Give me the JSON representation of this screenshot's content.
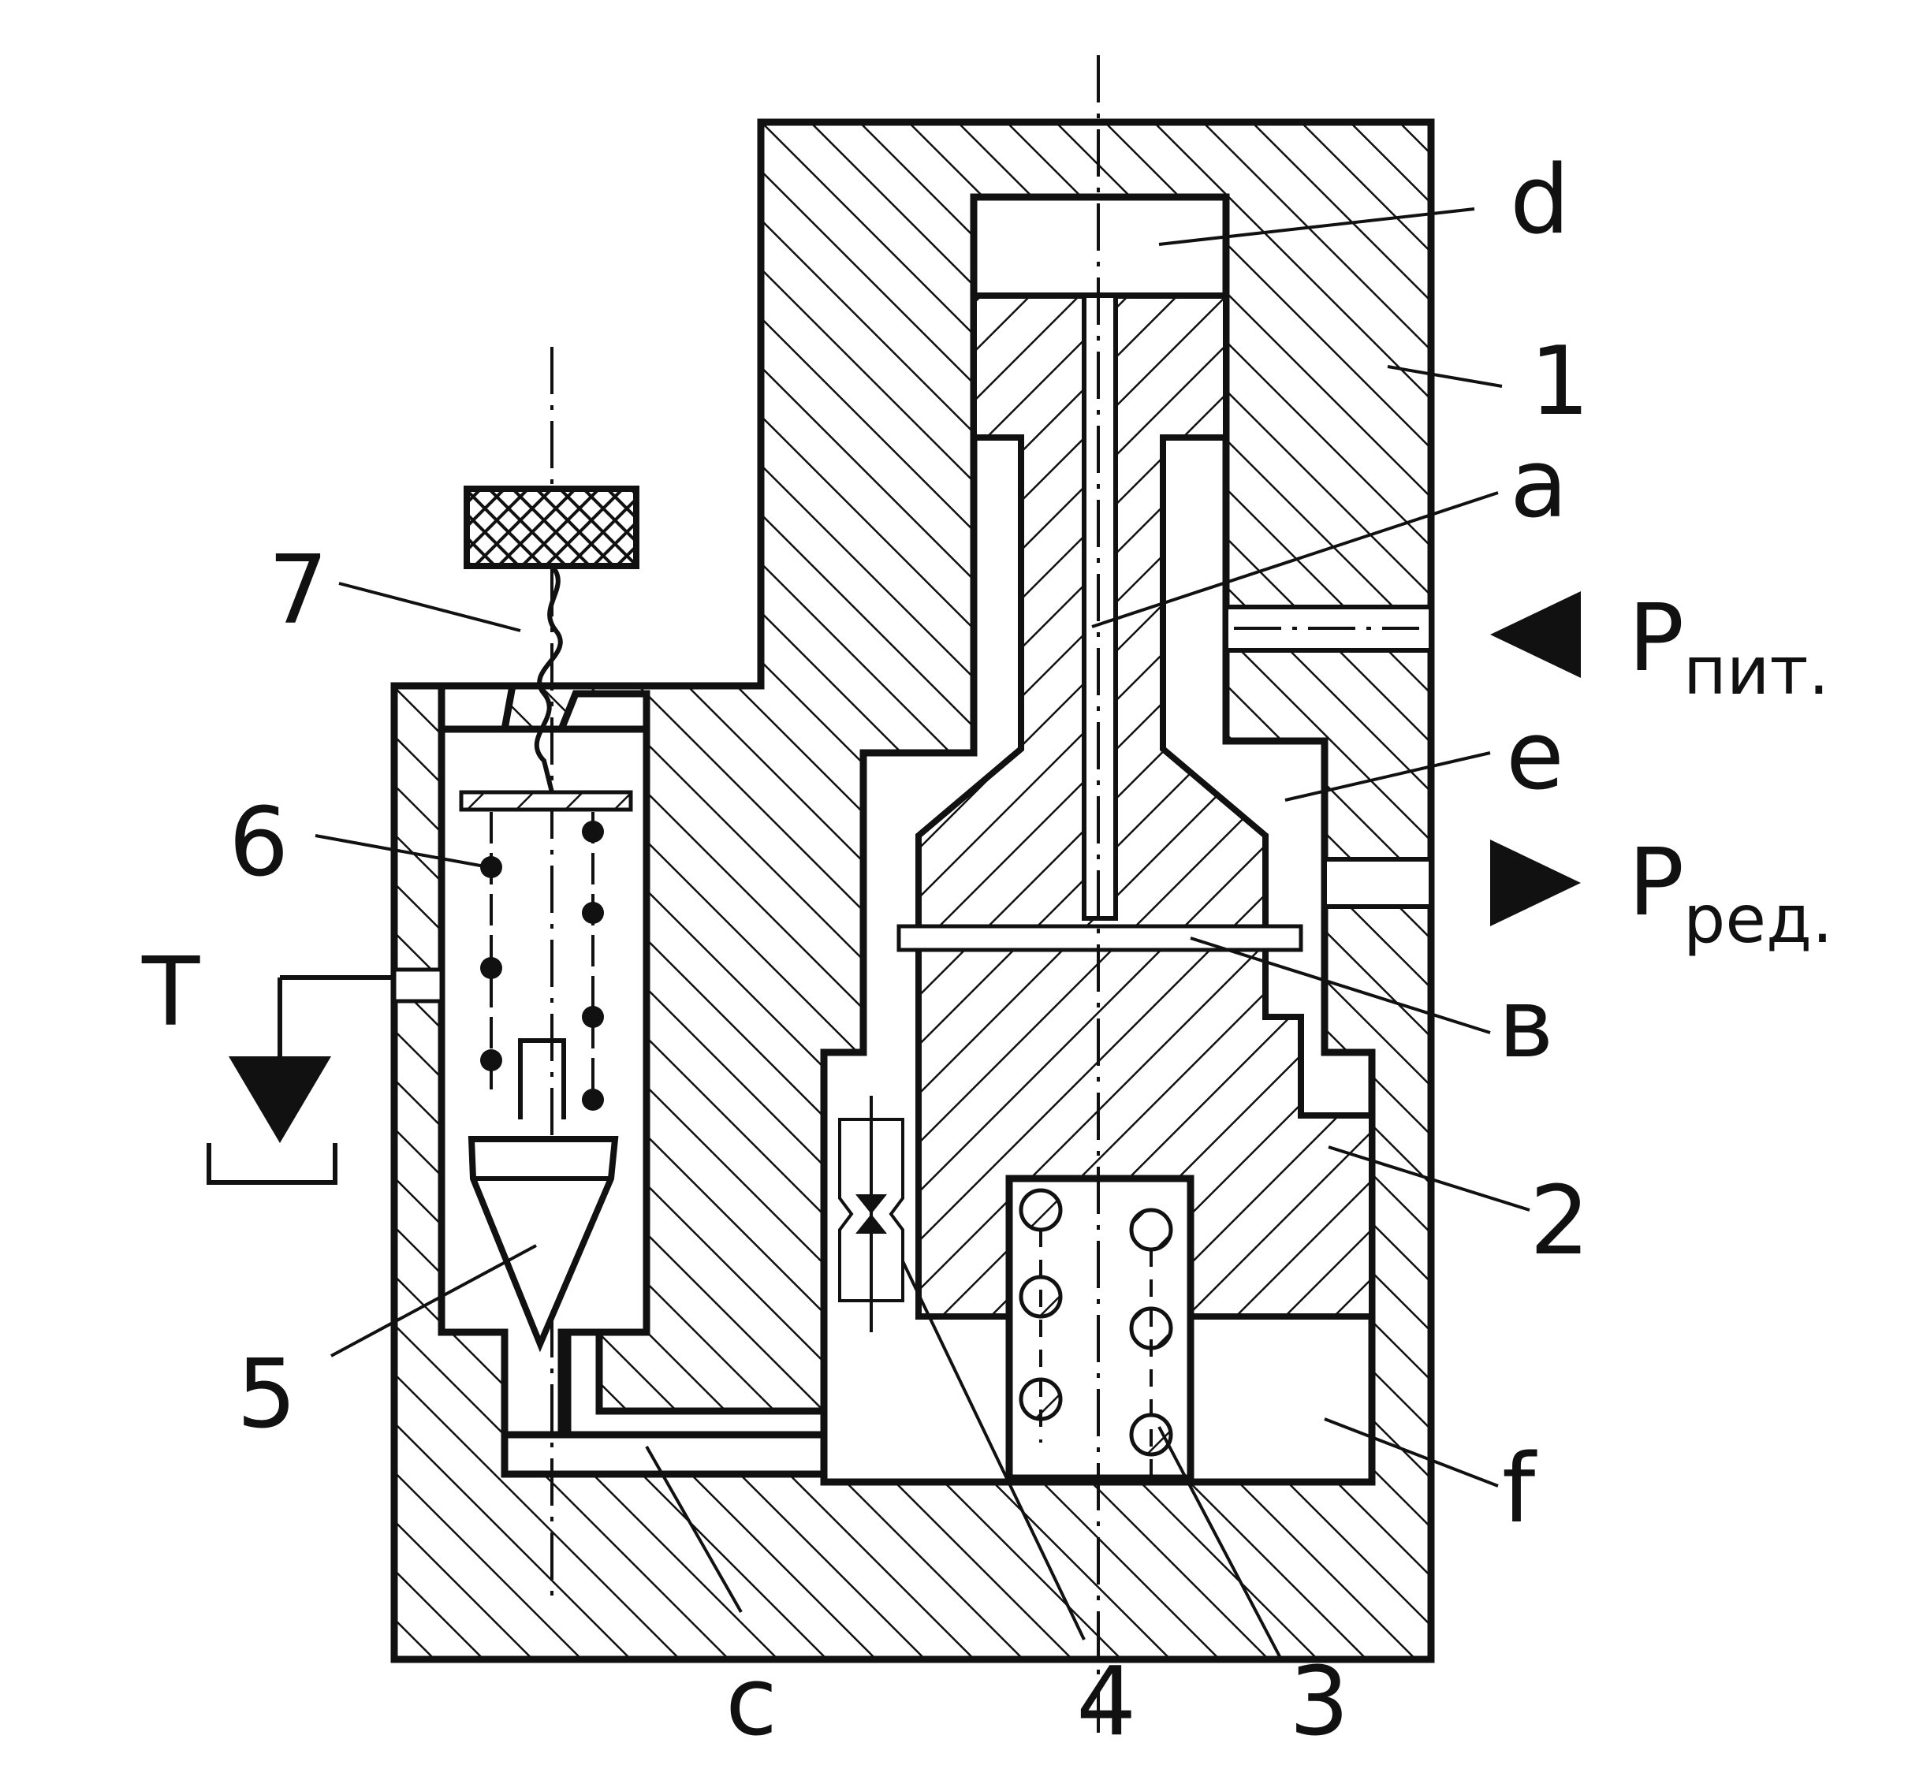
{
  "labels": {
    "d": "d",
    "one": "1",
    "a": "a",
    "p_pit_main": "P",
    "p_pit_sub": "пит.",
    "e": "e",
    "p_red_main": "P",
    "p_red_sub": "ред.",
    "b": "в",
    "two": "2",
    "f": "f",
    "three": "3",
    "four": "4",
    "c": "c",
    "five": "5",
    "six": "6",
    "seven": "7",
    "t": "T"
  },
  "colors": {
    "ink": "#111111",
    "paper": "#ffffff"
  },
  "icons": [
    "inlet-arrow-icon",
    "outlet-arrow-icon",
    "drain-arrow-icon",
    "tank-symbol-icon"
  ]
}
